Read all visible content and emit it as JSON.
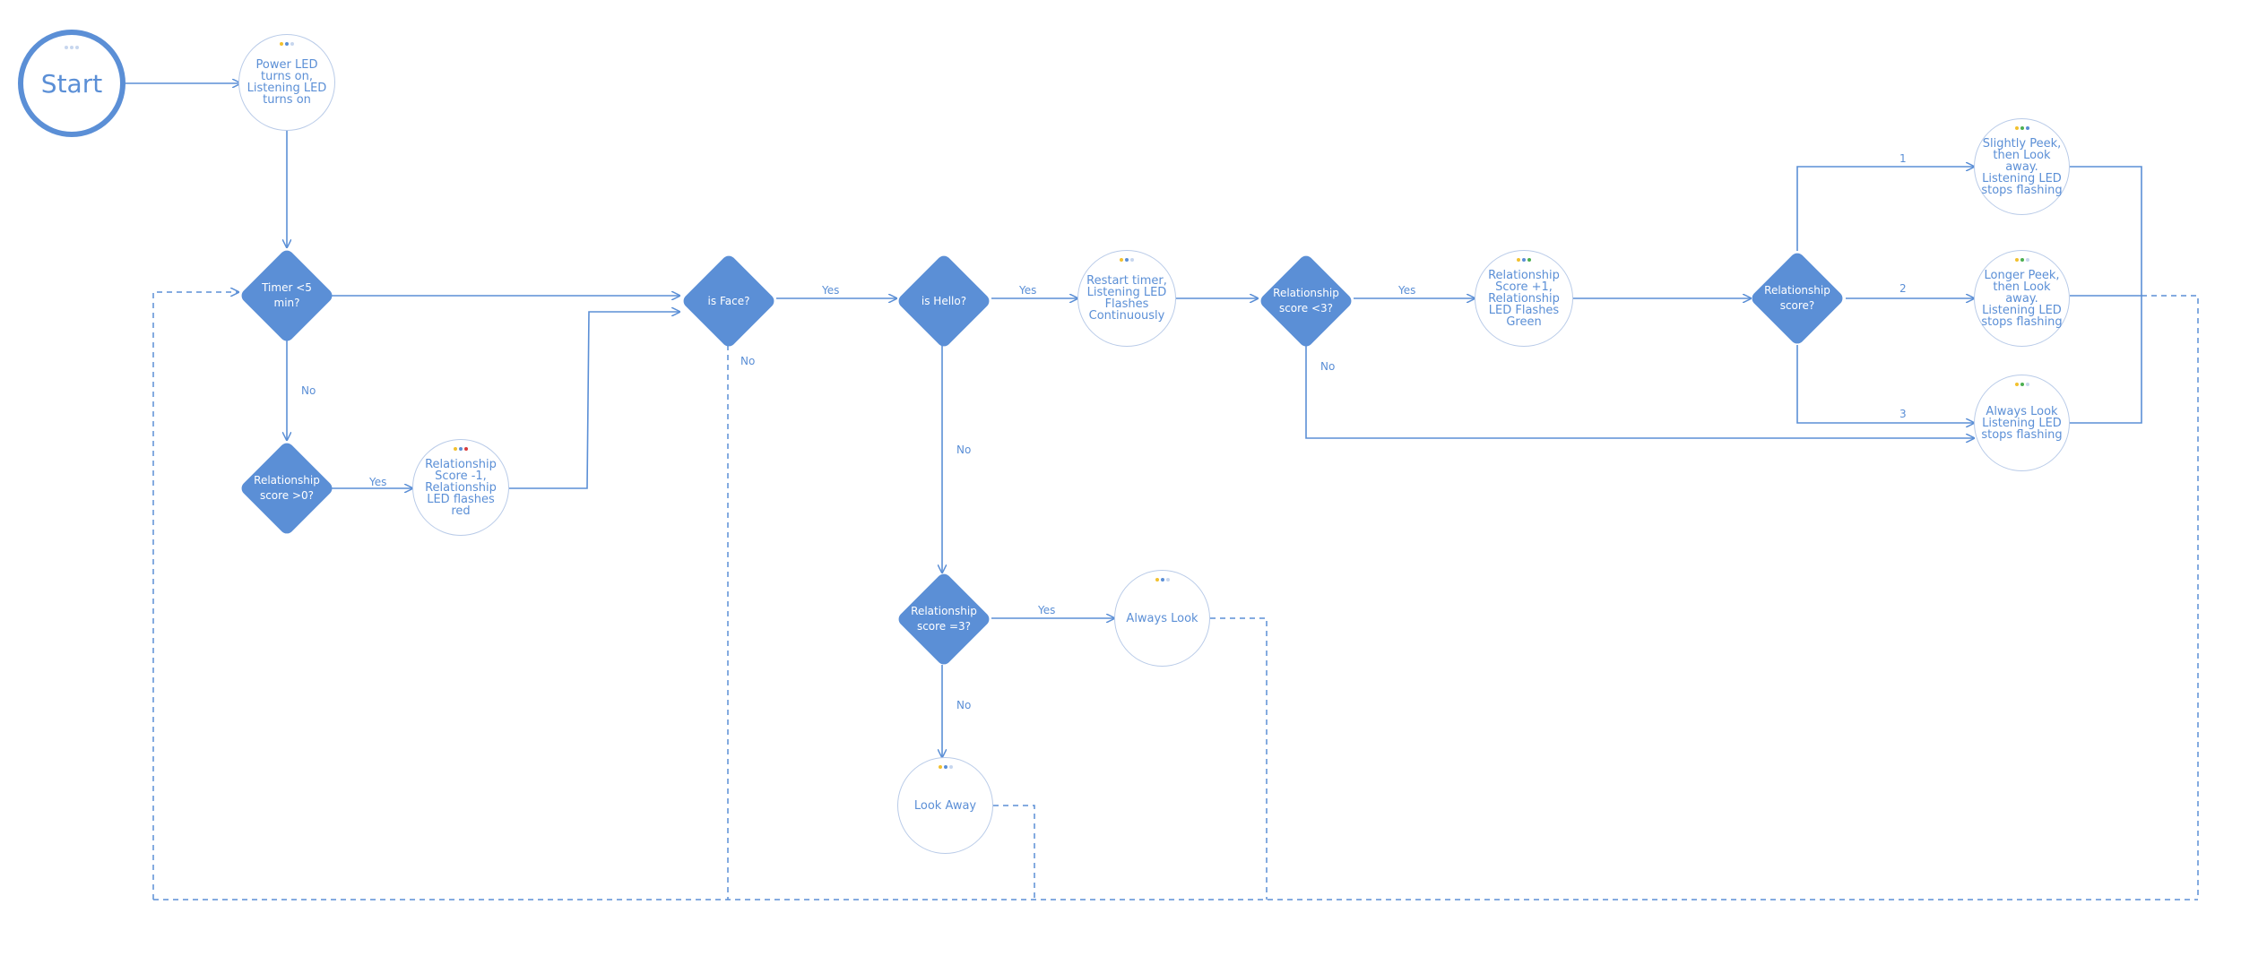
{
  "colors": {
    "accent": "#5b8fd6",
    "node_border": "#b9cbe8",
    "dot_yellow": "#f2c12e",
    "dot_blue": "#5b8fd6",
    "dot_green": "#4caf50",
    "dot_red": "#d83b3b",
    "dot_light": "#c7d6ee"
  },
  "nodes": {
    "start": "Start",
    "power_led": "Power LED turns on, Listening LED turns on",
    "timer": "Timer <5 min?",
    "rel_gt0": "Relationship score >0?",
    "score_minus": "Relationship Score -1, Relationship LED flashes red",
    "is_face": "is Face?",
    "is_hello": "is Hello?",
    "restart_timer": "Restart timer, Listening LED Flashes Continuously",
    "rel_lt3": "Relationship score <3?",
    "score_plus": "Relationship Score +1, Relationship LED Flashes Green",
    "rel_score": "Relationship score?",
    "slightly_peek": "Slightly Peek, then Look away. Listening LED stops flashing",
    "longer_peek": "Longer Peek, then Look away. Listening LED stops flashing",
    "always_look_stop": "Always Look Listening LED stops flashing",
    "rel_eq3": "Relationship score =3?",
    "always_look": "Always Look",
    "look_away": "Look Away"
  },
  "edge_labels": {
    "timer_no": "No",
    "gt0_yes": "Yes",
    "face_yes": "Yes",
    "face_no": "No",
    "hello_yes": "Yes",
    "hello_no": "No",
    "lt3_yes": "Yes",
    "lt3_no": "No",
    "eq3_yes": "Yes",
    "eq3_no": "No",
    "score_1": "1",
    "score_2": "2",
    "score_3": "3"
  }
}
